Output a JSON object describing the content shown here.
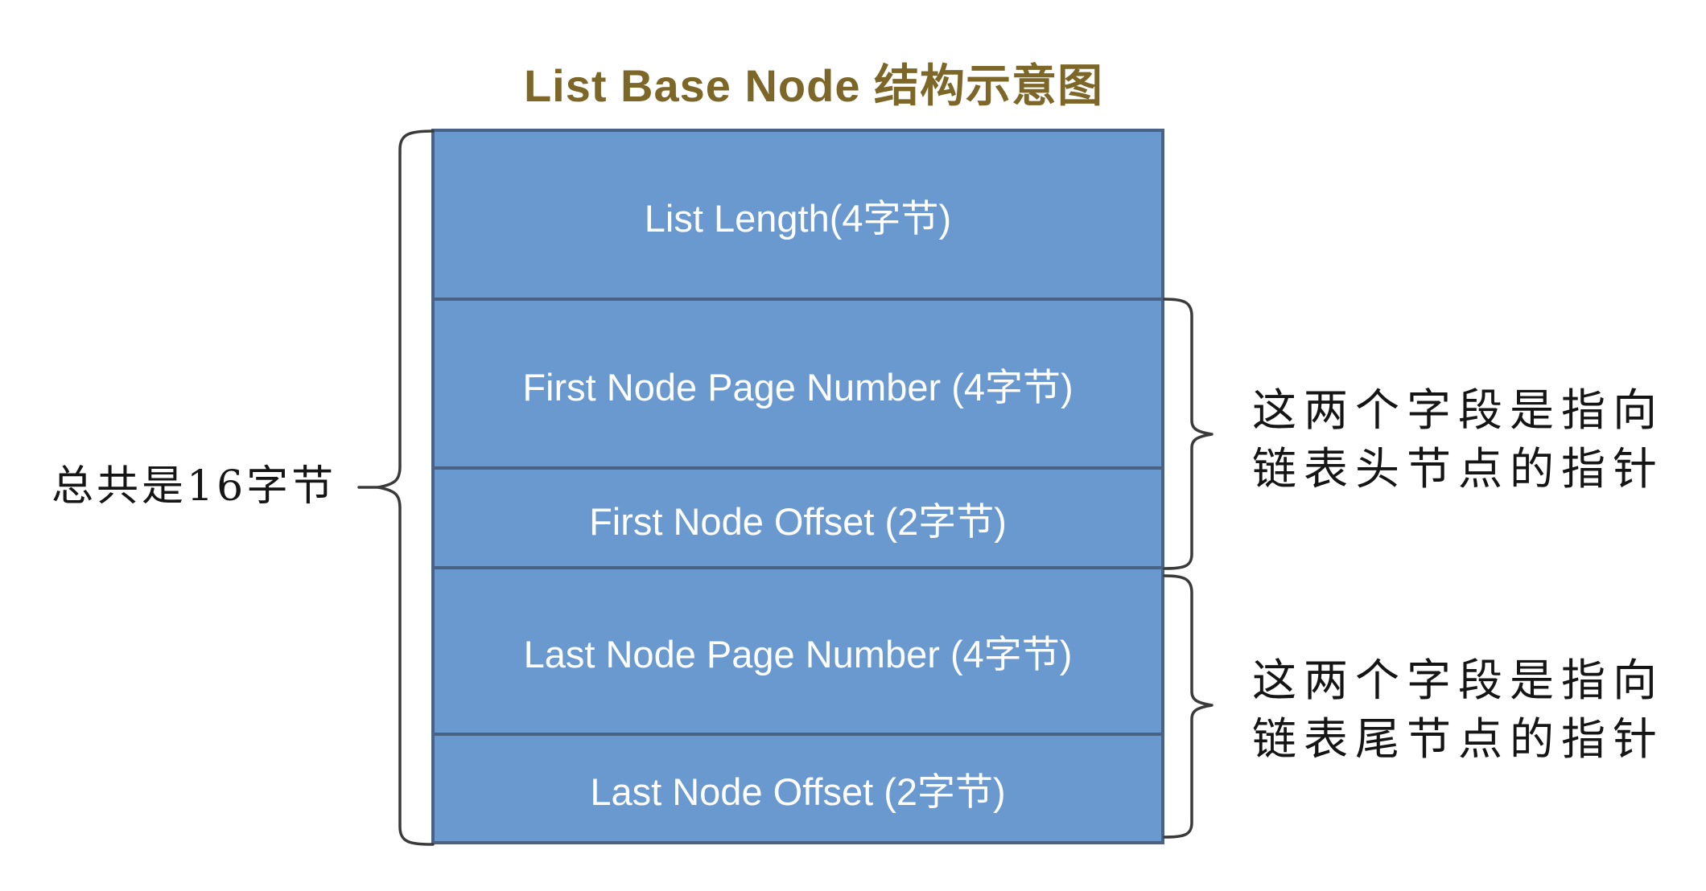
{
  "title": "List Base Node 结构示意图",
  "diagram": {
    "rows": [
      {
        "label": "List Length(4字节)",
        "size": "4字节"
      },
      {
        "label": "First Node Page Number (4字节)",
        "size": "4字节"
      },
      {
        "label": "First Node Offset (2字节)",
        "size": "2字节"
      },
      {
        "label": "Last Node Page Number (4字节)",
        "size": "4字节"
      },
      {
        "label": "Last Node Offset (2字节)",
        "size": "2字节"
      }
    ],
    "left_annotation": "总共是16字节",
    "right_annotations": [
      {
        "line1": "这两个字段是指向",
        "line2": "链表头节点的指针"
      },
      {
        "line1": "这两个字段是指向",
        "line2": "链表尾节点的指针"
      }
    ],
    "colors": {
      "row_fill": "#6a99d0",
      "row_border": "#4a6384",
      "row_text": "#ffffff",
      "title_text": "#7d6728",
      "annotation_text": "#151515",
      "bracket_stroke": "#3a3a3a",
      "background": "#ffffff"
    }
  }
}
